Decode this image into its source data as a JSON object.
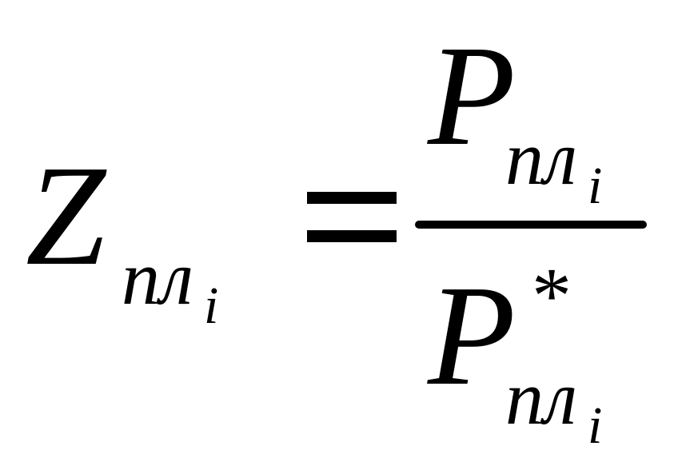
{
  "formula": {
    "lhs": {
      "symbol": "Z",
      "subscript": "пл",
      "subscript_index": "i"
    },
    "relation": "=",
    "numerator": {
      "symbol": "P",
      "subscript": "пл",
      "subscript_index": "i"
    },
    "denominator": {
      "symbol": "P",
      "superscript": "*",
      "subscript": "пл",
      "subscript_index": "i"
    }
  }
}
